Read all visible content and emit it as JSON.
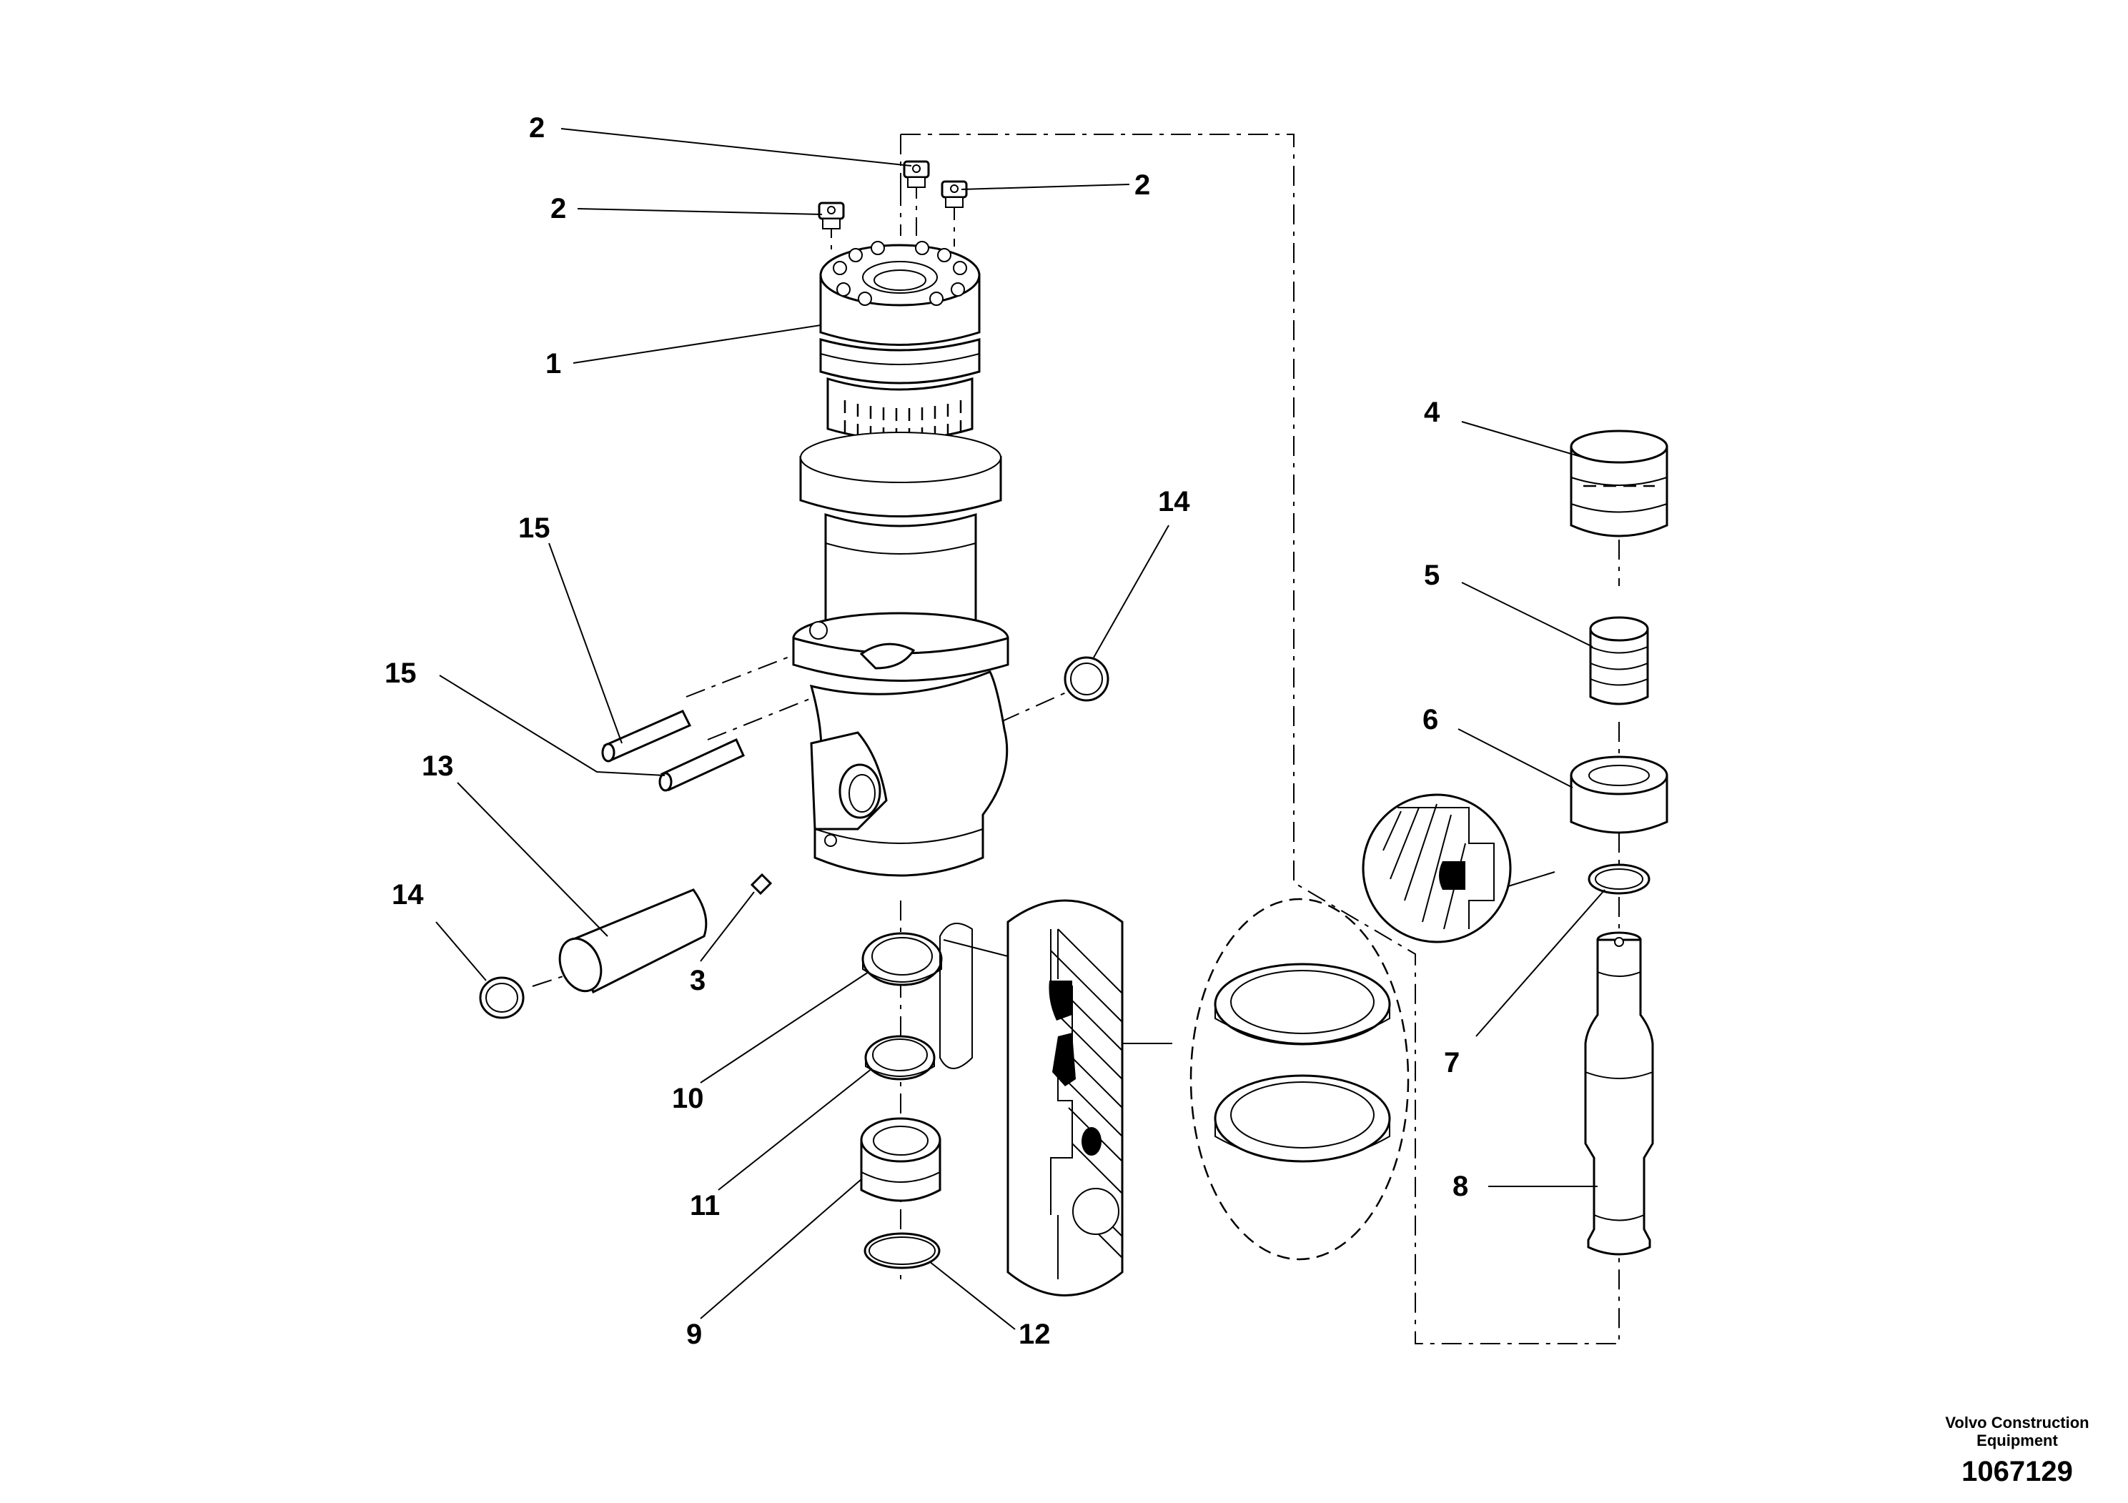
{
  "callouts": [
    {
      "id": "c2a",
      "label": "2"
    },
    {
      "id": "c2b",
      "label": "2"
    },
    {
      "id": "c2c",
      "label": "2"
    },
    {
      "id": "c1",
      "label": "1"
    },
    {
      "id": "c15a",
      "label": "15"
    },
    {
      "id": "c15b",
      "label": "15"
    },
    {
      "id": "c14a",
      "label": "14"
    },
    {
      "id": "c13",
      "label": "13"
    },
    {
      "id": "c14b",
      "label": "14"
    },
    {
      "id": "c3",
      "label": "3"
    },
    {
      "id": "c10",
      "label": "10"
    },
    {
      "id": "c11",
      "label": "11"
    },
    {
      "id": "c9",
      "label": "9"
    },
    {
      "id": "c12",
      "label": "12"
    },
    {
      "id": "c4",
      "label": "4"
    },
    {
      "id": "c5",
      "label": "5"
    },
    {
      "id": "c6",
      "label": "6"
    },
    {
      "id": "c7",
      "label": "7"
    },
    {
      "id": "c8",
      "label": "8"
    }
  ],
  "footer": {
    "company_line1": "Volvo Construction",
    "company_line2": "Equipment",
    "drawing_number": "1067129"
  }
}
